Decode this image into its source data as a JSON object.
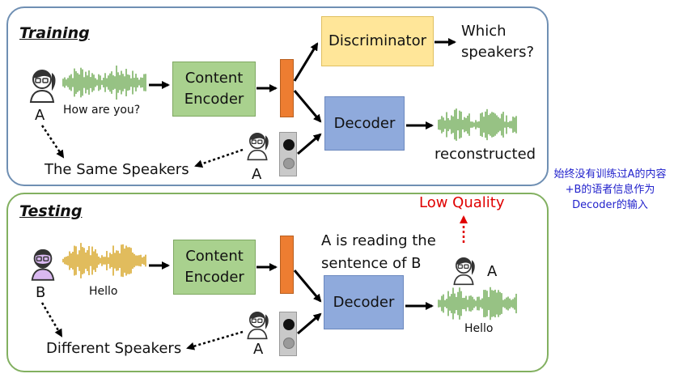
{
  "training": {
    "title": "Training",
    "speaker_a_label": "A",
    "audio_caption": "How are you?",
    "content_encoder": "Content Encoder",
    "discriminator": "Discriminator",
    "which_speakers": "Which speakers?",
    "decoder": "Decoder",
    "reconstructed": "reconstructed",
    "same_speakers": "The Same Speakers",
    "speaker_a2_label": "A"
  },
  "testing": {
    "title": "Testing",
    "speaker_b_label": "B",
    "audio_caption": "Hello",
    "content_encoder": "Content Encoder",
    "decoder": "Decoder",
    "reading_note": "A is reading the sentence of B",
    "low_quality": "Low Quality",
    "output_speaker_label": "A",
    "output_caption": "Hello",
    "different_speakers": "Different Speakers",
    "speaker_a_label": "A"
  },
  "side_note": "始终没有训练过A的内容+B的语者信息作为Decoder的输入",
  "colors": {
    "training_border": "#6f8fb3",
    "testing_border": "#82b060",
    "encoder": "#a9d18e",
    "decoder": "#8faadc",
    "discriminator": "#ffe699",
    "latent": "#ed7d31",
    "wave_green": "#6aa84f",
    "wave_gold": "#d4a017",
    "low_quality": "#e00000",
    "side_note": "#2222cc"
  },
  "icons": [
    "person-a-icon",
    "person-b-icon",
    "speaker-selector-icon",
    "waveform-icon"
  ]
}
